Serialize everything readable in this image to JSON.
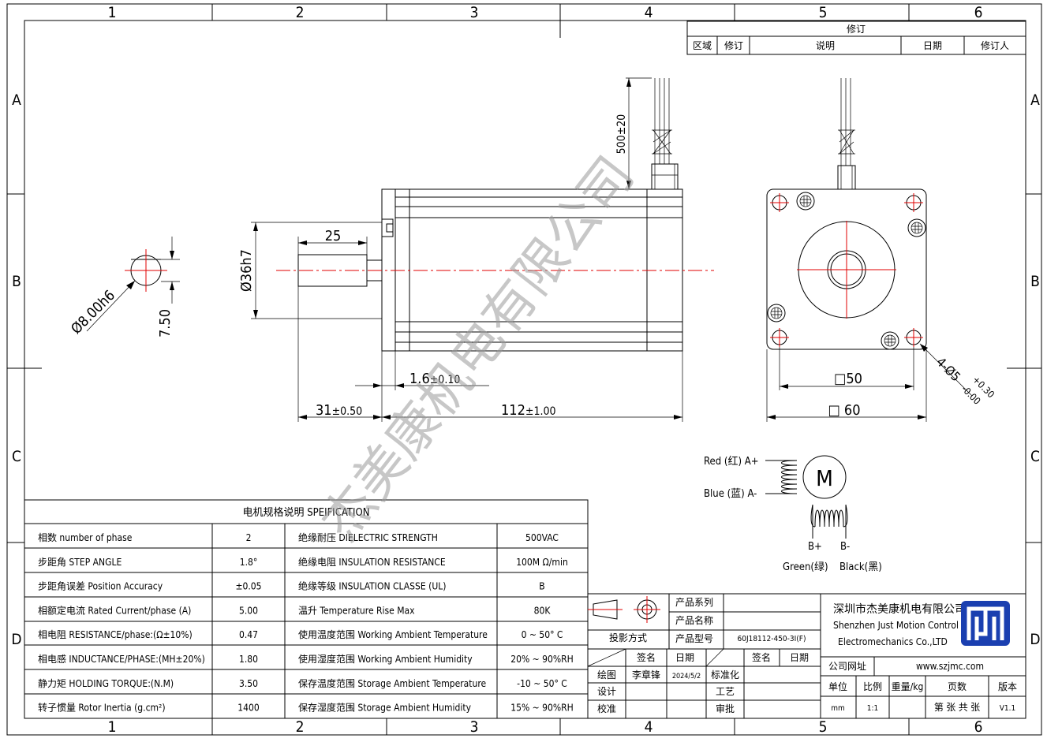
{
  "zones": {
    "columns": [
      "1",
      "2",
      "3",
      "4",
      "5",
      "6"
    ],
    "rows": [
      "A",
      "B",
      "C",
      "D"
    ]
  },
  "revision": {
    "title": "修订",
    "headers": [
      "区域",
      "修订",
      "说明",
      "日期",
      "修订人"
    ]
  },
  "dims": {
    "cable_len": "500±20",
    "body_dia": "Ø36h7",
    "shaft_len": "25",
    "shaft_dia": "Ø8.00h6",
    "flat_depth": "7.50",
    "step_nom": "1.6",
    "step_tol": "±0.10",
    "front_nom": "31",
    "front_tol": "±0.50",
    "length_nom": "112",
    "length_tol": "±1.00",
    "square_inner": "□50",
    "square_outer": "□ 60",
    "holes": "4-Ø5",
    "holes_tol_up": "+0.30",
    "holes_tol_dn": "-0.00"
  },
  "wiring": {
    "red": "Red (红) A+",
    "blue": "Blue (蓝) A-",
    "motor": "M",
    "bplus": "B+",
    "bminus": "B-",
    "green": "Green(绿)",
    "black": "Black(黑)"
  },
  "spec": {
    "title": "电机规格说明 SPEIFICATION",
    "rows": [
      {
        "name": "相数 number of phase",
        "value": "2",
        "name2": "绝缘耐压 DIELECTRIC STRENGTH",
        "value2": "500VAC"
      },
      {
        "name": "步距角 STEP ANGLE",
        "value": "1.8°",
        "name2": "绝缘电阻 INSULATION RESISTANCE",
        "value2": "100M Ω/min"
      },
      {
        "name": "步距角误差 Position Accuracy",
        "value": "±0.05",
        "name2": "绝缘等级 INSULATION CLASSE (UL)",
        "value2": "B"
      },
      {
        "name": "相额定电流 Rated Current/phase (A)",
        "value": "5.00",
        "name2": "温升 Temperature Rise Max",
        "value2": "80K"
      },
      {
        "name": "相电阻 RESISTANCE/phase:(Ω±10%)",
        "value": "0.47",
        "name2": "使用温度范围 Working Ambient Temperature",
        "value2": "0 ~ 50° C"
      },
      {
        "name": "相电感 INDUCTANCE/PHASE:(MH±20%)",
        "value": "1.80",
        "name2": "使用湿度范围 Working Ambient Humidity",
        "value2": "20% ~ 90%RH"
      },
      {
        "name": "静力矩 HOLDING TORQUE:(N.M)",
        "value": "3.50",
        "name2": "保存温度范围 Storage Ambient Temperature",
        "value2": "-10 ~ 50° C"
      },
      {
        "name": "转子惯量 Rotor Inertia  (g.cm²)",
        "value": "1400",
        "name2": "保存湿度范围 Storage Ambient Humidity",
        "value2": "15% ~ 90%RH"
      }
    ]
  },
  "titleblock": {
    "projection": "投影方式",
    "series": "产品系列",
    "pname": "产品名称",
    "model_label": "产品型号",
    "model": "60J18112-450-3I(F)",
    "sign": "签名",
    "date": "日期",
    "sign2": "签名",
    "date2": "日期",
    "draw": "绘图",
    "drawer": "李章锋",
    "draw_date": "2024/5/2",
    "std": "标准化",
    "design": "设计",
    "process": "工艺",
    "check": "校准",
    "approve": "审批",
    "company_cn": "深圳市杰美康机电有限公司",
    "company_en1": "Shenzhen Just Motion Control",
    "company_en2": "Electromechanics Co.,LTD",
    "site_label": "公司网址",
    "site": "www.szjmc.com",
    "unit": "单位",
    "scale": "比例",
    "weight": "重量/kg",
    "pages": "页数",
    "version": "版本",
    "unit_v": "mm",
    "scale_v": "1:1",
    "pages_v": "第 张 共 张",
    "version_v": "V1.1"
  },
  "watermark": "杰美康机电有限公司"
}
